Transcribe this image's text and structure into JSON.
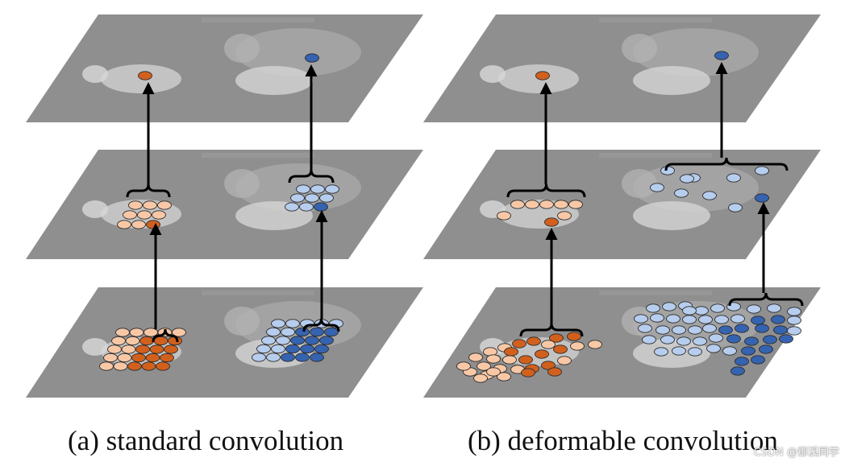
{
  "captions": {
    "a": "(a) standard convolution",
    "b": "(b) deformable convolution"
  },
  "watermark": "CSDN @鄧溪同学",
  "colors": {
    "plane": "#8f8f8f",
    "orange_dark": "#d2601d",
    "orange_light": "#f8c8a6",
    "blue_dark": "#3563b0",
    "blue_light": "#b6cdee",
    "arrow": "#000000"
  }
}
